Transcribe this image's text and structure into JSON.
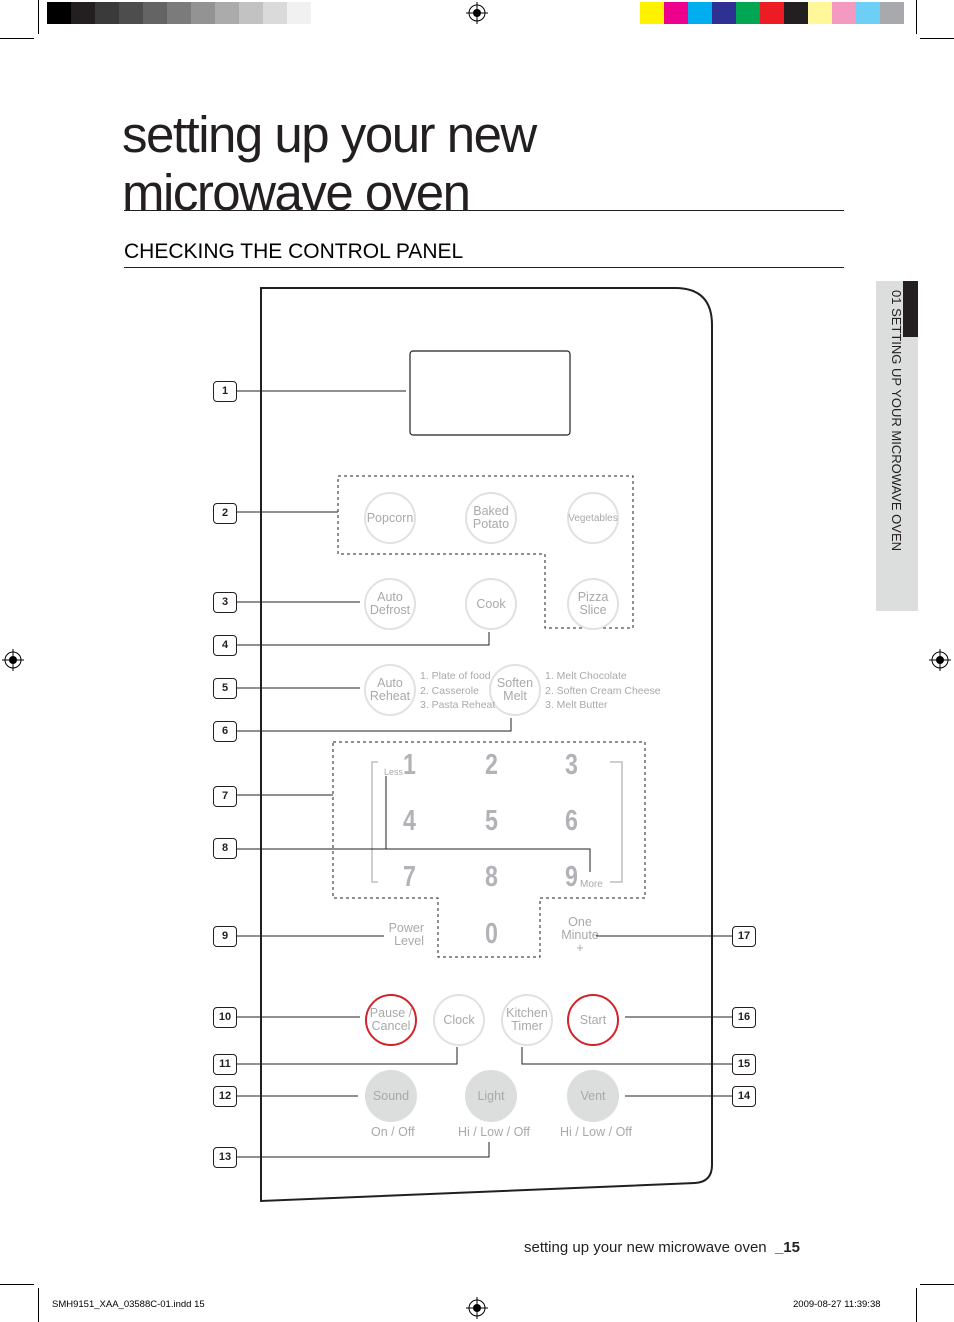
{
  "header": {
    "title_line1": "setting up your new",
    "title_line2": "microwave oven",
    "section": "CHECKING THE CONTROL PANEL",
    "side_tab": "01 SETTING UP YOUR MICROWAVE OVEN"
  },
  "colors": {
    "gray_bar": [
      "#000000",
      "#231f20",
      "#3a3a3a",
      "#4d4d4d",
      "#646464",
      "#7b7b7b",
      "#939393",
      "#ababab",
      "#c2c2c2",
      "#dadada",
      "#f1f1f1"
    ],
    "color_bar": [
      "#fff200",
      "#ec008c",
      "#00aeef",
      "#2e3192",
      "#00a651",
      "#ed1c24",
      "#231f20",
      "#fff799",
      "#f49ac1",
      "#6dcff6",
      "#a7a9ac"
    ],
    "accent_red": "#d2232a"
  },
  "callouts": [
    "1",
    "2",
    "3",
    "4",
    "5",
    "6",
    "7",
    "8",
    "9",
    "10",
    "11",
    "12",
    "13",
    "14",
    "15",
    "16",
    "17"
  ],
  "buttons": {
    "popcorn": "Popcorn",
    "baked_potato": "Baked\nPotato",
    "vegetables": "Vegetables",
    "auto_defrost": "Auto\nDefrost",
    "cook": "Cook",
    "pizza_slice": "Pizza\nSlice",
    "auto_reheat": "Auto\nReheat",
    "soften_melt": "Soften\nMelt",
    "pause_cancel": "Pause /\nCancel",
    "clock": "Clock",
    "kitchen_timer": "Kitchen\nTimer",
    "start": "Start",
    "sound": "Sound",
    "light": "Light",
    "vent": "Vent"
  },
  "reheat_options": [
    "1. Plate of food",
    "2. Casserole",
    "3. Pasta Reheat"
  ],
  "melt_options": [
    "1. Melt Chocolate",
    "2. Soften Cream Cheese",
    "3. Melt Butter"
  ],
  "keypad": {
    "digits": [
      "1",
      "2",
      "3",
      "4",
      "5",
      "6",
      "7",
      "8",
      "9",
      "0"
    ],
    "less": "Less",
    "more": "More",
    "power_level": "Power\nLevel",
    "one_minute": "One\nMinute\n+"
  },
  "sub_labels": {
    "sound": "On / Off",
    "light": "Hi / Low / Off",
    "vent": "Hi / Low / Off"
  },
  "footer": {
    "text": "setting up your new microwave oven",
    "page": "_15",
    "slug_left": "SMH9151_XAA_03588C-01.indd   15",
    "slug_right": "2009-08-27     11:39:38"
  }
}
